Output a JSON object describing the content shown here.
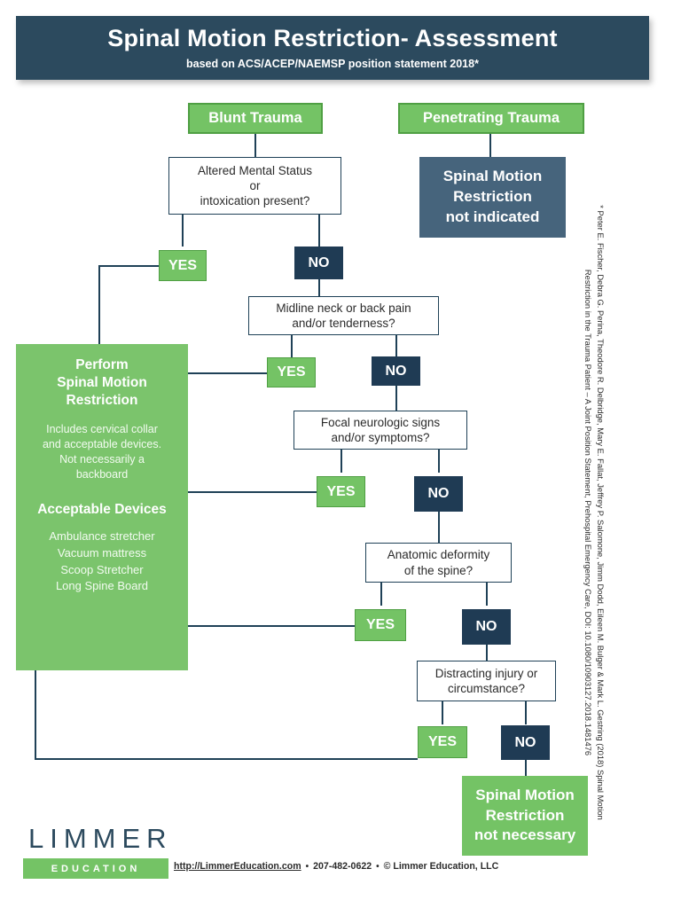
{
  "header": {
    "title": "Spinal Motion Restriction- Assessment",
    "subtitle": "based on ACS/ACEP/NAEMSP position statement 2018*"
  },
  "nodes": {
    "blunt_trauma": "Blunt Trauma",
    "penetrating_trauma": "Penetrating Trauma",
    "not_indicated": "Spinal Motion\nRestriction\nnot  indicated",
    "q1": "Altered Mental Status\nor\nintoxication present?",
    "q2": "Midline neck or back pain\nand/or tenderness?",
    "q3": "Focal neurologic signs\nand/or symptoms?",
    "q4": "Anatomic deformity\nof the spine?",
    "q5": "Distracting injury or\ncircumstance?",
    "not_necessary": "Spinal Motion\nRestriction\nnot necessary",
    "yes": "YES",
    "no": "NO"
  },
  "panel": {
    "title": "Perform\nSpinal Motion\nRestriction",
    "note": "Includes cervical collar\nand acceptable devices.\nNot necessarily a\nbackboard",
    "subtitle": "Acceptable Devices",
    "devices": "Ambulance stretcher\nVacuum mattress\nScoop Stretcher\nLong Spine Board"
  },
  "citation": {
    "text": "* Peter E. Fischer, Debra G. Perina, Theodore R. Delbridge, Mary E. Fallat, Jeffrey P. Salomone, Jimm Dodd, Eileen M. Bulger & Mark L. Gestring (2018) Spinal Motion Restriction in the Trauma Patient – A Joint Position Statement, Prehospital Emergency Care, DOI: 10.1080/10903127.2018.1481476"
  },
  "footer": {
    "logo_main": "LIMMER",
    "logo_sub": "EDUCATION",
    "url": "http://LimmerEducation.com",
    "phone": "207-482-0622",
    "copyright": "© Limmer Education, LLC",
    "separator": "•"
  },
  "colors": {
    "navy": "#1f3b54",
    "header_navy": "#2c4a5e",
    "green": "#74c365",
    "panel_green": "#7bc46c",
    "slate": "#46647c",
    "line": "#1f4157"
  }
}
